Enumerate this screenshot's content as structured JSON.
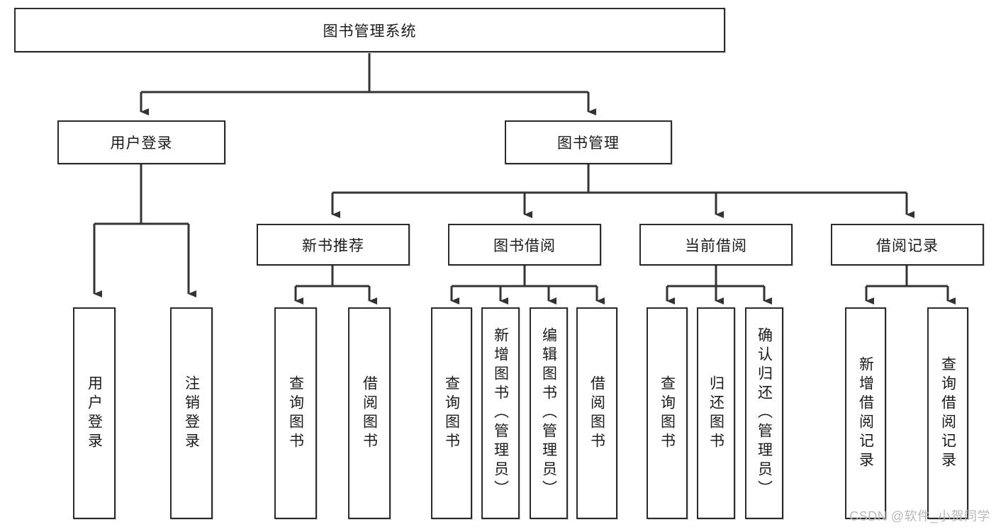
{
  "diagram": {
    "title": "图书管理系统",
    "type": "hierarchical-tree",
    "watermark": "CSDN @软件_小贺同学",
    "colors": {
      "box_border": "#2b2b2b",
      "box_fill": "#ffffff",
      "connector": "#333333",
      "text": "#1b1b1b",
      "watermark": "#b9b9b9",
      "background": "#ffffff"
    },
    "nodes": {
      "root": {
        "label": "图书管理系统",
        "orientation": "horizontal",
        "level": 1
      },
      "l2": [
        {
          "id": "user-login",
          "label": "用户登录",
          "orientation": "horizontal",
          "level": 2
        },
        {
          "id": "book-management",
          "label": "图书管理",
          "orientation": "horizontal",
          "level": 2
        }
      ],
      "l3": [
        {
          "id": "new-book-recommend",
          "label": "新书推荐",
          "orientation": "horizontal",
          "level": 3
        },
        {
          "id": "book-borrow",
          "label": "图书借阅",
          "orientation": "horizontal",
          "level": 3
        },
        {
          "id": "current-borrow",
          "label": "当前借阅",
          "orientation": "horizontal",
          "level": 3
        },
        {
          "id": "borrow-record",
          "label": "借阅记录",
          "orientation": "horizontal",
          "level": 3
        }
      ],
      "leaves": [
        {
          "id": "leaf-user-login",
          "label": "用户登录",
          "orientation": "vertical",
          "parent": "user-login"
        },
        {
          "id": "leaf-user-logout",
          "label": "注销登录",
          "orientation": "vertical",
          "parent": "user-login"
        },
        {
          "id": "leaf-query-book-1",
          "label": "查询图书",
          "orientation": "vertical",
          "parent": "new-book-recommend"
        },
        {
          "id": "leaf-borrow-book-1",
          "label": "借阅图书",
          "orientation": "vertical",
          "parent": "new-book-recommend"
        },
        {
          "id": "leaf-query-book-2",
          "label": "查询图书",
          "orientation": "vertical",
          "parent": "book-borrow"
        },
        {
          "id": "leaf-add-book",
          "label": "新增图书（管理员）",
          "orientation": "vertical",
          "parent": "book-borrow"
        },
        {
          "id": "leaf-edit-book",
          "label": "编辑图书（管理员）",
          "orientation": "vertical",
          "parent": "book-borrow"
        },
        {
          "id": "leaf-borrow-book-2",
          "label": "借阅图书",
          "orientation": "vertical",
          "parent": "book-borrow"
        },
        {
          "id": "leaf-query-book-3",
          "label": "查询图书",
          "orientation": "vertical",
          "parent": "current-borrow"
        },
        {
          "id": "leaf-return-book",
          "label": "归还图书",
          "orientation": "vertical",
          "parent": "current-borrow"
        },
        {
          "id": "leaf-confirm-return",
          "label": "确认归还（管理员）",
          "orientation": "vertical",
          "parent": "current-borrow"
        },
        {
          "id": "leaf-add-record",
          "label": "新增借阅记录",
          "orientation": "vertical",
          "parent": "borrow-record"
        },
        {
          "id": "leaf-query-record",
          "label": "查询借阅记录",
          "orientation": "vertical",
          "parent": "borrow-record"
        }
      ]
    }
  }
}
